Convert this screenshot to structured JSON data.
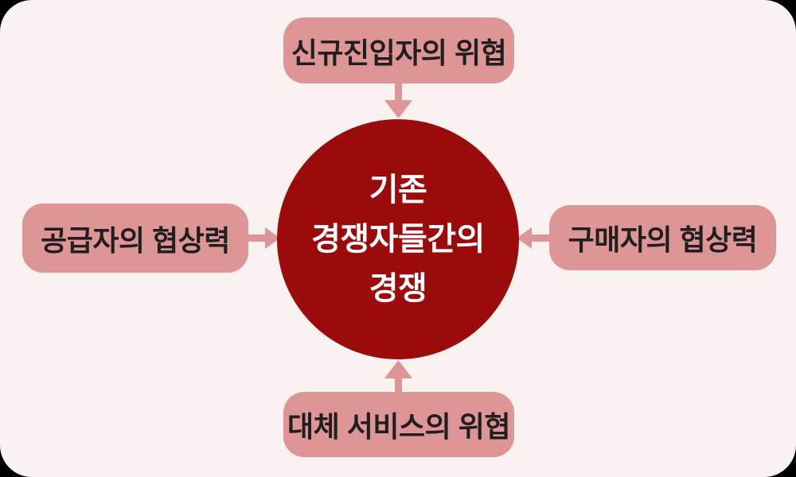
{
  "diagram": {
    "center": {
      "line1": "기존",
      "line2": "경쟁자들간의",
      "line3": "경쟁"
    },
    "nodes": {
      "top": {
        "label": "신규진입자의 위협"
      },
      "left": {
        "label": "공급자의 협상력"
      },
      "right": {
        "label": "구매자의 협상력"
      },
      "bottom": {
        "label": "대체 서비스의 위협"
      }
    },
    "arrows": [
      {
        "from": "top",
        "to": "center",
        "direction": "down"
      },
      {
        "from": "left",
        "to": "center",
        "direction": "right"
      },
      {
        "from": "right",
        "to": "center",
        "direction": "left"
      },
      {
        "from": "bottom",
        "to": "center",
        "direction": "up"
      }
    ]
  },
  "colors": {
    "canvas_bg": "#f9f2f0",
    "box_bg": "#dd9596",
    "box_text": "#211e1f",
    "circle_bg": "#9c0b0b",
    "circle_text": "#ffffff",
    "arrow": "#dd9596",
    "outside": "#000000"
  }
}
